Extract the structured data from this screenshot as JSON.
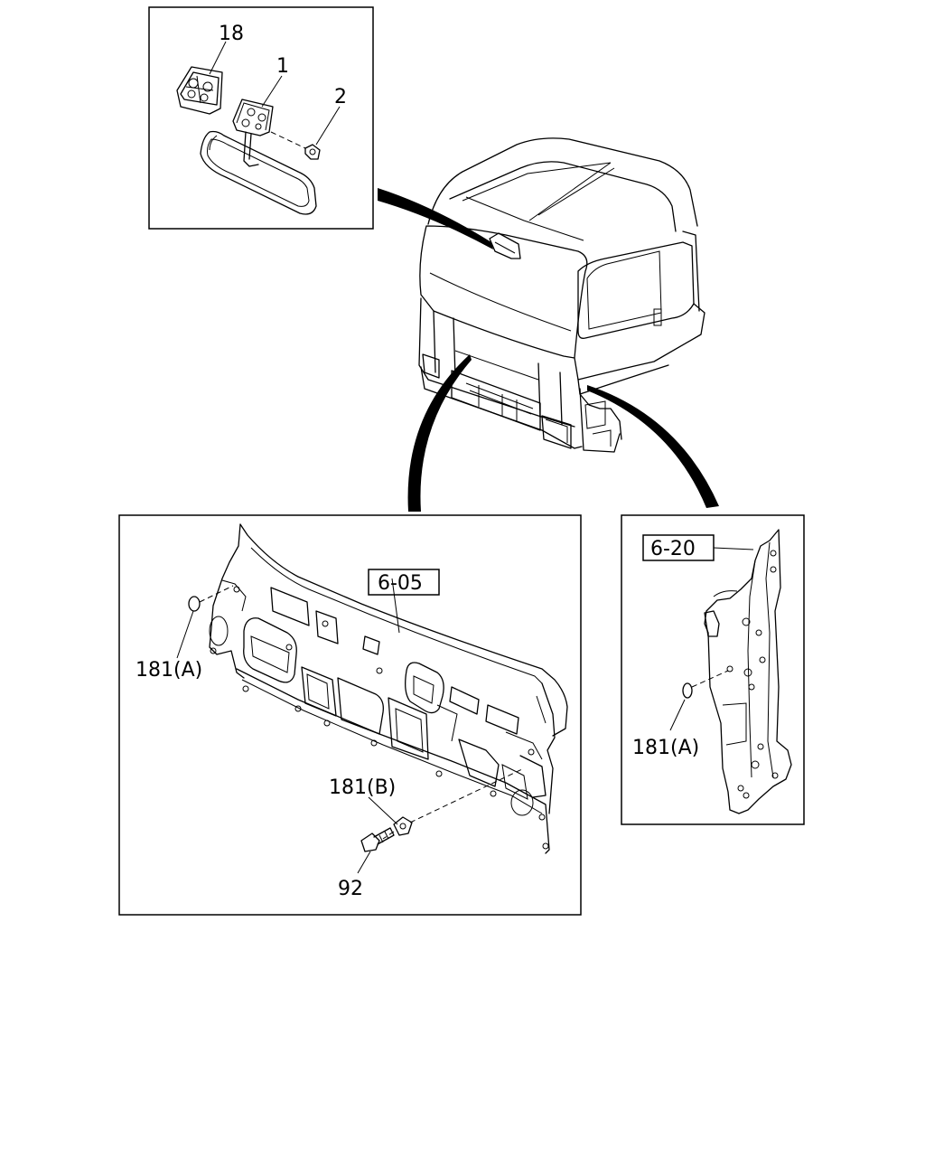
{
  "callouts": {
    "mirror_pad": "18",
    "mirror_bracket": "1",
    "mirror_screw": "2",
    "dash_panel_ref": "6-05",
    "dash_plug_a": "181(A)",
    "dash_plug_b": "181(B)",
    "dash_bolt": "92",
    "pillar_ref": "6-20",
    "pillar_plug_a": "181(A)"
  }
}
